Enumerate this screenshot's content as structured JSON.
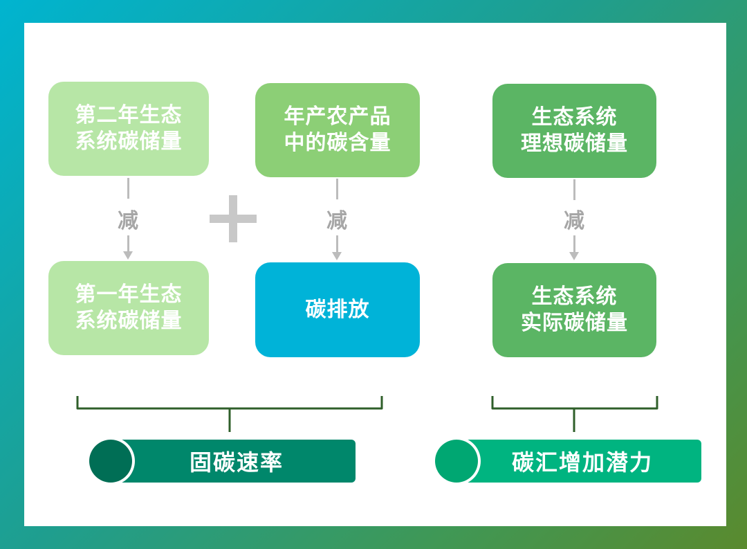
{
  "columns": [
    {
      "top_box": "第二年生态\n系统碳储量",
      "operator": "减",
      "bottom_box": "第一年生态\n系统碳储量"
    },
    {
      "top_box": "年产农产品\n中的碳含量",
      "operator": "减",
      "bottom_box": "碳排放"
    },
    {
      "top_box": "生态系统\n理想碳储量",
      "operator": "减",
      "bottom_box": "生态系统\n实际碳储量"
    }
  ],
  "plus_symbol": "+",
  "results": {
    "left": "固碳速率",
    "right": "碳汇增加潜力"
  },
  "colors": {
    "light_green": "#b7e6a6",
    "mid_green": "#8ccf76",
    "dark_green": "#5bb564",
    "blue": "#00b3d8",
    "teal_pill": "#00876b",
    "teal_circle": "#006e55",
    "bright_pill": "#00b480",
    "bright_circle": "#00a772",
    "brace": "#2f5f2a",
    "connector_gray": "#bcbcbc"
  }
}
